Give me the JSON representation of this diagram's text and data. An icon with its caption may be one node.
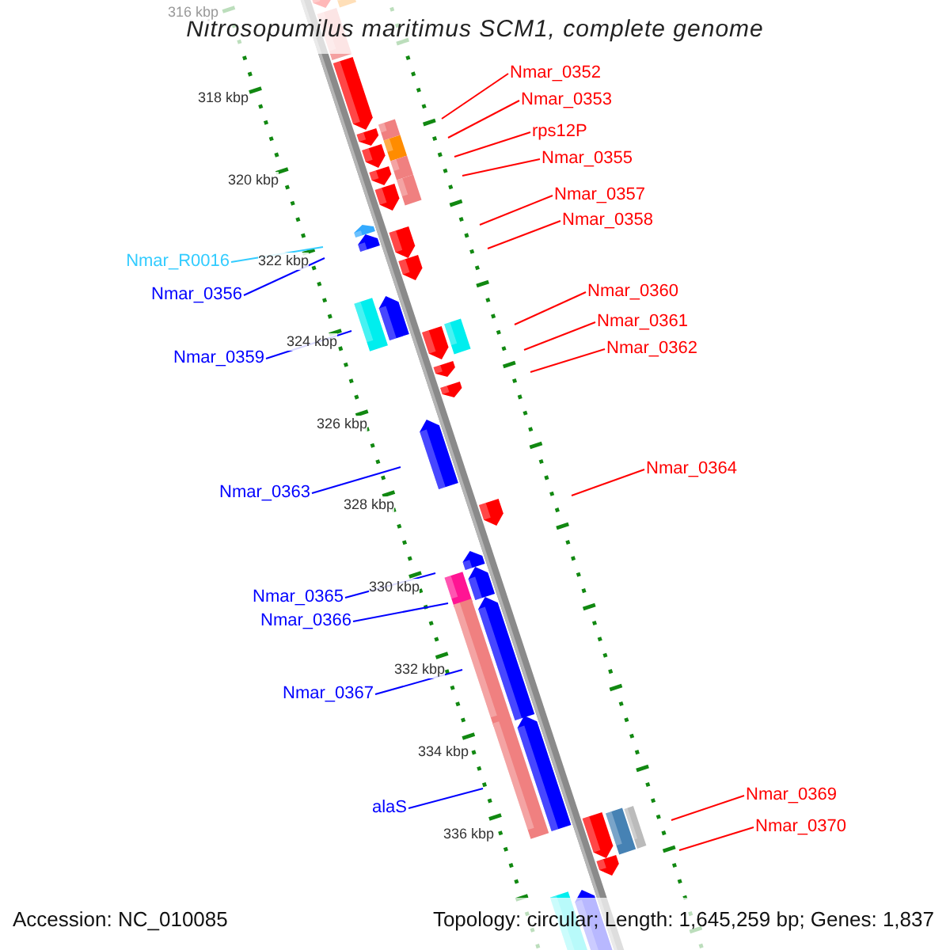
{
  "diagram": {
    "title": "Nitrosopumilus maritimus SCM1, complete genome",
    "nodes": [
      {
        "text": [
          "Nmar_0352"
        ]
      },
      {
        "text": [
          "Nmar_0353"
        ]
      },
      {
        "text": [
          "rps12P"
        ]
      },
      {
        "text": [
          "Nmar_0355"
        ]
      },
      {
        "text": [
          "Nmar_0357"
        ]
      },
      {
        "text": [
          "Nmar_0358"
        ]
      },
      {
        "text": [
          "Nmar_R0016"
        ]
      },
      {
        "text": [
          "Nmar_0360"
        ]
      },
      {
        "text": [
          "Nmar_0356"
        ]
      },
      {
        "text": [
          "Nmar_0361"
        ]
      },
      {
        "text": [
          "Nmar_0362"
        ]
      },
      {
        "text": [
          "Nmar_0359"
        ]
      },
      {
        "text": [
          "Nmar_0364"
        ]
      },
      {
        "text": [
          "Nmar_0363"
        ]
      },
      {
        "text": [
          "Nmar_0365"
        ]
      },
      {
        "text": [
          "Nmar_0366"
        ]
      },
      {
        "text": [
          "Nmar_0367"
        ]
      },
      {
        "text": [
          "Nmar_0369"
        ]
      },
      {
        "text": [
          "alaS"
        ]
      },
      {
        "text": [
          "Nmar_0370"
        ]
      }
    ],
    "edges": [
      {
        "from": 0,
        "to": null,
        "arrow": "none"
      },
      {
        "from": 1,
        "to": null,
        "arrow": "none"
      },
      {
        "from": 2,
        "to": null,
        "arrow": "none"
      },
      {
        "from": 3,
        "to": null,
        "arrow": "none"
      },
      {
        "from": 4,
        "to": null,
        "arrow": "none"
      },
      {
        "from": 5,
        "to": null,
        "arrow": "none"
      },
      {
        "from": 6,
        "to": null,
        "arrow": "none",
        "color": "#33ccff"
      },
      {
        "from": 7,
        "to": null,
        "arrow": "none"
      },
      {
        "from": 8,
        "to": null,
        "arrow": "none",
        "color": "#0000ff"
      },
      {
        "from": 9,
        "to": null,
        "arrow": "none"
      },
      {
        "from": 10,
        "to": null,
        "arrow": "none"
      },
      {
        "from": 11,
        "to": null,
        "arrow": "none",
        "color": "#0000ff"
      },
      {
        "from": 12,
        "to": null,
        "arrow": "none"
      },
      {
        "from": 13,
        "to": null,
        "arrow": "none",
        "color": "#0000ff"
      },
      {
        "from": 14,
        "to": null,
        "arrow": "none",
        "color": "#0000ff"
      },
      {
        "from": 15,
        "to": null,
        "arrow": "none",
        "color": "#0000ff"
      },
      {
        "from": 16,
        "to": null,
        "arrow": "none",
        "color": "#0000ff"
      },
      {
        "from": 17,
        "to": null,
        "arrow": "none"
      },
      {
        "from": 18,
        "to": null,
        "arrow": "none",
        "color": "#0000ff"
      },
      {
        "from": 19,
        "to": null,
        "arrow": "none"
      }
    ],
    "labels": [
      "316 kbp",
      "318 kbp",
      "320 kbp",
      "322 kbp",
      "324 kbp",
      "326 kbp",
      "328 kbp",
      "330 kbp",
      "332 kbp",
      "334 kbp",
      "336 kbp",
      "Accession: NC_010085",
      "Topology: circular; Length: 1,645,259 bp; Genes: 1,837"
    ]
  }
}
